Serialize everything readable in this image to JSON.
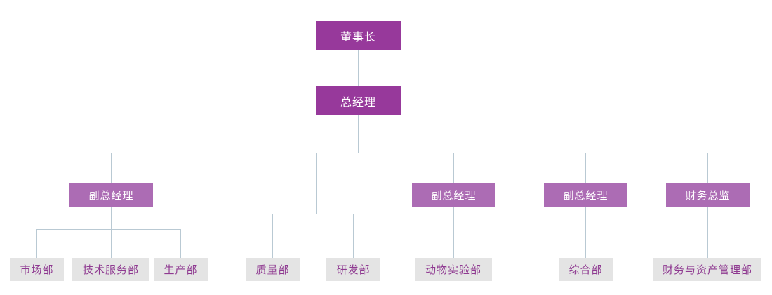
{
  "chart_data": {
    "type": "diagram",
    "title": "",
    "diagram_kind": "organization-chart",
    "orientation": "top-down",
    "colors": {
      "level1_fill": "#97399b",
      "level1_text": "#ffffff",
      "level2_fill": "#97399b",
      "level2_text": "#ffffff",
      "level3_fill": "#ac6cb4",
      "level3_text": "#ffffff",
      "level4_fill": "#e4e4e4",
      "level4_text": "#8f3a91",
      "connector": "#b9c9d3",
      "background": "#ffffff"
    },
    "nodes": [
      {
        "id": "n1",
        "label": "董事长",
        "level": 1,
        "parent": null
      },
      {
        "id": "n2",
        "label": "总经理",
        "level": 2,
        "parent": "n1"
      },
      {
        "id": "n3",
        "label": "副总经理",
        "level": 3,
        "parent": "n2"
      },
      {
        "id": "n4",
        "label": "副总经理",
        "level": 3,
        "parent": "n2"
      },
      {
        "id": "n5",
        "label": "副总经理",
        "level": 3,
        "parent": "n2"
      },
      {
        "id": "n6",
        "label": "财务总监",
        "level": 3,
        "parent": "n2"
      },
      {
        "id": "n7",
        "label": "市场部",
        "level": 4,
        "parent": "n3"
      },
      {
        "id": "n8",
        "label": "技术服务部",
        "level": 4,
        "parent": "n3"
      },
      {
        "id": "n9",
        "label": "生产部",
        "level": 4,
        "parent": "n3"
      },
      {
        "id": "n10",
        "label": "质量部",
        "level": 4,
        "parent": "n2"
      },
      {
        "id": "n11",
        "label": "研发部",
        "level": 4,
        "parent": "n2"
      },
      {
        "id": "n12",
        "label": "动物实验部",
        "level": 4,
        "parent": "n4"
      },
      {
        "id": "n13",
        "label": "综合部",
        "level": 4,
        "parent": "n5"
      },
      {
        "id": "n14",
        "label": "财务与资产管理部",
        "level": 4,
        "parent": "n6"
      }
    ]
  },
  "chart": {
    "level1": {
      "chairman": "董事长"
    },
    "level2": {
      "general_manager": "总经理"
    },
    "level3": {
      "deputy_gm_1": "副总经理",
      "deputy_gm_2": "副总经理",
      "deputy_gm_3": "副总经理",
      "finance_director": "财务总监"
    },
    "level4": {
      "marketing": "市场部",
      "technical_service": "技术服务部",
      "production": "生产部",
      "quality": "质量部",
      "research_development": "研发部",
      "animal_experiment": "动物实验部",
      "general_affairs": "综合部",
      "finance_asset_management": "财务与资产管理部"
    }
  }
}
